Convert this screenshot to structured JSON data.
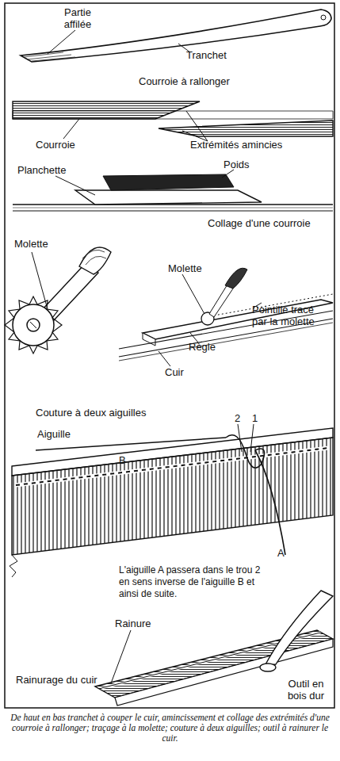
{
  "diagram": {
    "caption": "De haut en bas tranchet à couper le cuir, amincissement et collage des extrémités d'une courroie à rallonger; traçage à la molette; couture à deux aiguilles; outil à rainurer le cuir.",
    "labels": [
      "Partie affilée",
      "Tranchet",
      "Courroie à rallonger",
      "Courroie",
      "Extrémités amincies",
      "Planchette",
      "Poids",
      "Collage d'une courroie",
      "Molette",
      "Molette",
      "Pointillé tracé par la molette",
      "Règle",
      "Cuir",
      "Couture à deux aiguilles",
      "2",
      "1",
      "Aiguille",
      "B",
      "A",
      "L'aiguille A passera dans le trou 2 en sens inverse de l'aiguille B et ainsi de suite.",
      "Rainure",
      "Rainurage du cuir",
      "Outil en bois dur"
    ]
  }
}
